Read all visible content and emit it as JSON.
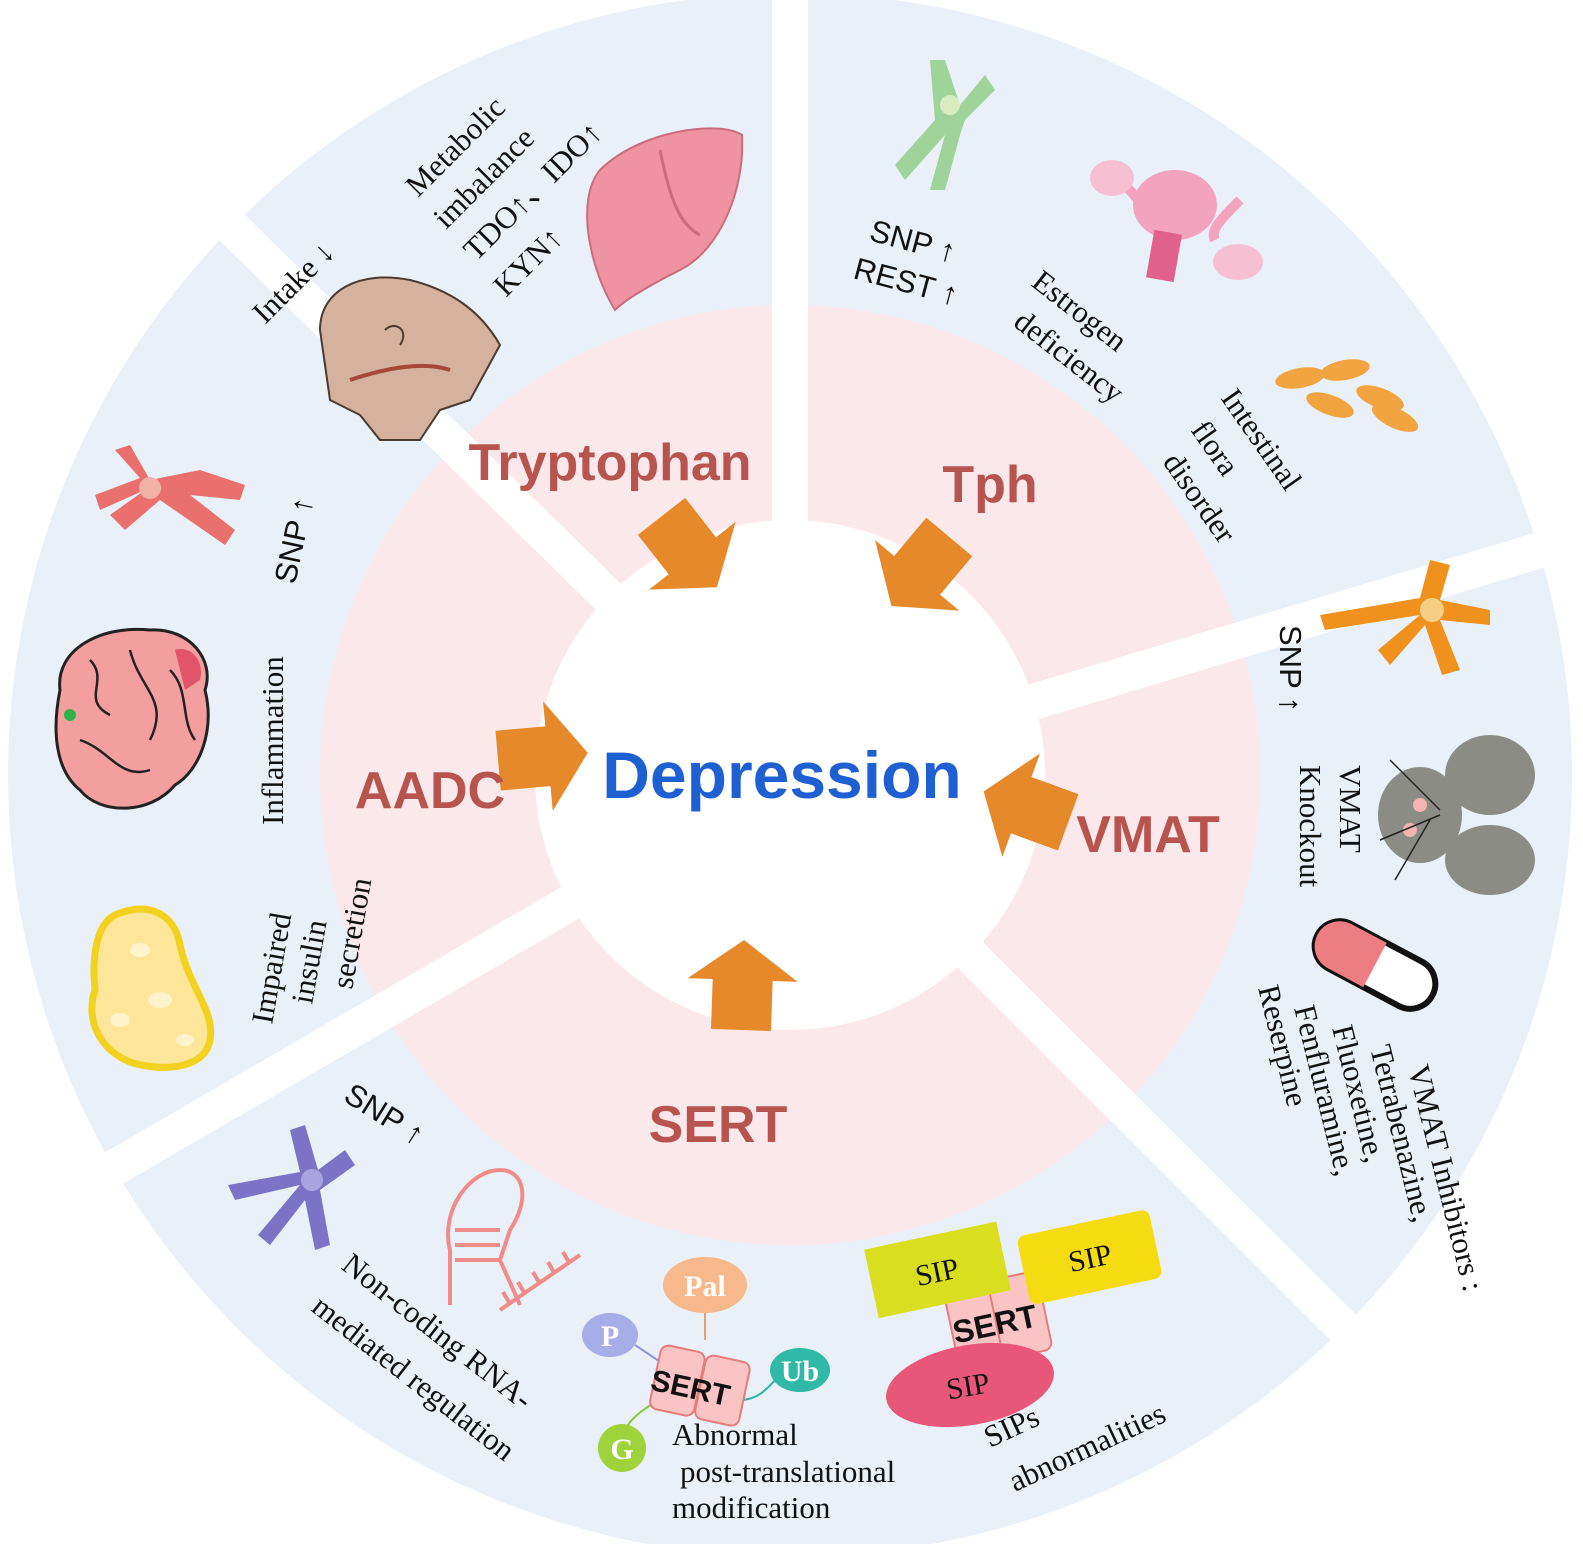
{
  "center": "Depression",
  "colors": {
    "outer_ring": "#eaf0f8",
    "inner_ring": "#fbe8ea",
    "center": "#ffffff",
    "pathway_label": "#b85450",
    "center_label": "#1e5fd1",
    "arrow": "#e6892a"
  },
  "segments": {
    "tryptophan": {
      "name": "Tryptophan",
      "intake": "Intake ↓",
      "metabolic_1": "Metabolic",
      "metabolic_2": "imbalance",
      "tdo": "TDO↑、IDO↑",
      "kyn": "KYN↑",
      "icons": [
        "head-digestion-icon",
        "liver-icon"
      ]
    },
    "tph": {
      "name": "Tph",
      "snp": "SNP ↑",
      "rest": "REST ↑",
      "estrogen_1": "Estrogen",
      "estrogen_2": "deficiency",
      "flora_1": "Intestinal",
      "flora_2": "flora",
      "flora_3": "disorder",
      "icons": [
        "chromosome-icon",
        "uterus-icon",
        "bacteria-icon"
      ]
    },
    "vmat": {
      "name": "VMAT",
      "snp": "SNP ↑",
      "knockout_1": "VMAT",
      "knockout_2": "Knockout",
      "inhib_1": "VMAT Inhibitors :",
      "inhib_2": "Tetrabenazine,",
      "inhib_3": "Fluoxetine,",
      "inhib_4": "Fenfluramine,",
      "inhib_5": "Reserpine",
      "icons": [
        "chromosome-icon",
        "mouse-icon",
        "capsule-icon"
      ]
    },
    "sert": {
      "name": "SERT",
      "snp": "SNP ↑",
      "ncrna_1": "Non-coding RNA-",
      "ncrna_2": "mediated regulation",
      "ptm_1": "Abnormal",
      "ptm_2": "post-translational",
      "ptm_3": "modification",
      "sips_1": "SIPs",
      "sips_2": "abnormalities",
      "pal": "Pal",
      "p": "P",
      "ub": "Ub",
      "g": "G",
      "sert_label": "SERT",
      "sip": "SIP",
      "icons": [
        "chromosome-icon",
        "rna-hairpin-icon",
        "transporter-icon"
      ]
    },
    "aadc": {
      "name": "AADC",
      "snp": "SNP ↑",
      "inflammation": "Inflammation",
      "insulin_1": "Impaired",
      "insulin_2": "insulin",
      "insulin_3": "secretion",
      "icons": [
        "chromosome-icon",
        "brain-icon",
        "pancreas-icon"
      ]
    }
  }
}
